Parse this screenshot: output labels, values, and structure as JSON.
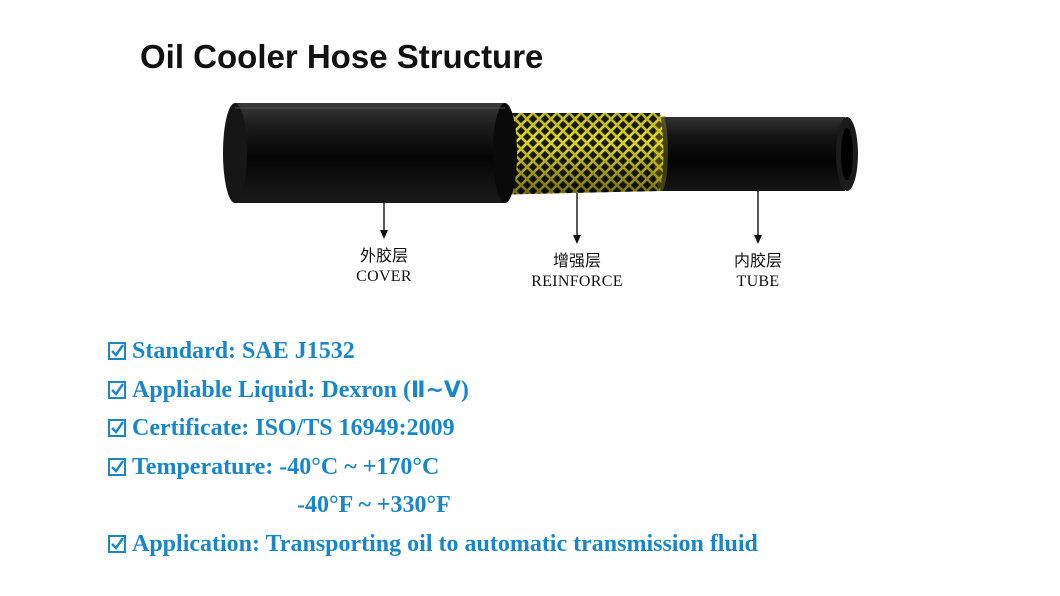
{
  "title": "Oil Cooler Hose Structure",
  "callouts": [
    {
      "zh": "外胶层",
      "en": "COVER"
    },
    {
      "zh": "增强层",
      "en": "REINFORCE"
    },
    {
      "zh": "内胶层",
      "en": "TUBE"
    }
  ],
  "specs": {
    "standard": "Standard: SAE J1532",
    "liquid_prefix": "Appliable Liquid: Dexron (",
    "liquid_roman": "Ⅱ~Ⅴ",
    "liquid_suffix": ")",
    "certificate": "Certificate: ISO/TS 16949:2009",
    "temperature_c": "Temperature: -40°C ~ +170°C",
    "temperature_f": "-40°F ~ +330°F",
    "application": "Application: Transporting oil to automatic transmission fluid"
  },
  "colors": {
    "title": "#111111",
    "spec_text": "#1a86c8",
    "hose_rubber": "#0c0c0c",
    "braid": "#e8e032"
  },
  "icons": [
    "checkbox-checked-icon",
    "down-arrow-icon"
  ]
}
